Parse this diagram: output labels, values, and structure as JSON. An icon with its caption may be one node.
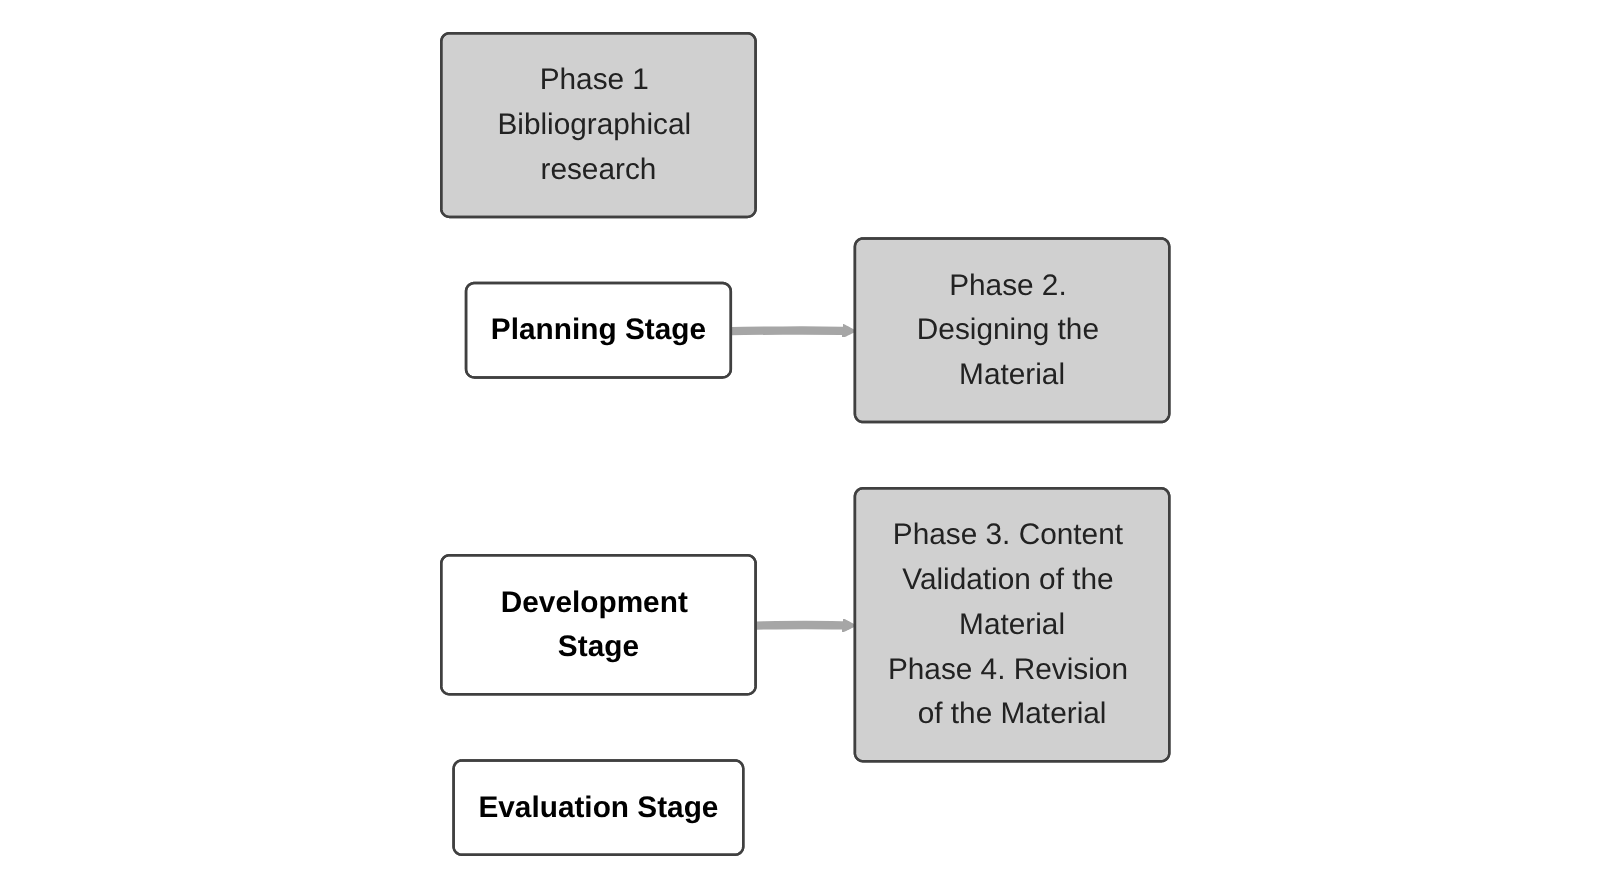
{
  "diagram": {
    "nodes": [
      {
        "text": [
          "Phase 1 Bibliographical research"
        ]
      },
      {
        "text": [
          "Planning Stage"
        ]
      },
      {
        "text": [
          "Phase 2. Designing the Material"
        ]
      },
      {
        "text": [
          "Development Stage"
        ]
      },
      {
        "text": [
          "Phase 3. Content Validation of the Material",
          "Phase 4. Revision of the Material"
        ]
      },
      {
        "text": [
          "Evaluation Stage"
        ]
      }
    ],
    "edges": [
      {
        "from": 1,
        "to": 2,
        "arrow": "to"
      },
      {
        "from": 3,
        "to": 4,
        "arrow": "to"
      }
    ]
  }
}
